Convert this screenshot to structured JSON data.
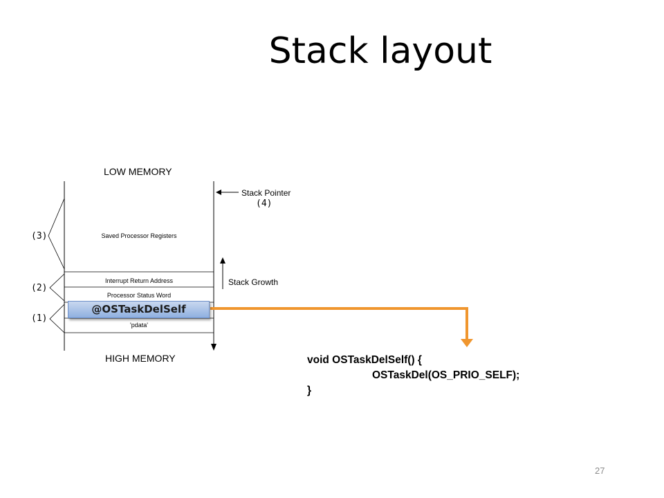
{
  "slide": {
    "title": "Stack layout",
    "page_number": "27"
  },
  "diagram": {
    "low_memory": "LOW MEMORY",
    "high_memory": "HIGH MEMORY",
    "stack_pointer": "Stack Pointer",
    "stack_pointer_ref": "(4)",
    "stack_growth": "Stack Growth",
    "rows": {
      "saved_registers": "Saved Processor Registers",
      "interrupt_return": "Interrupt Return Address",
      "status_word": "Processor Status Word",
      "highlight": "@OSTaskDelSelf",
      "pdata": "'pdata'"
    },
    "brackets": {
      "b3": "(3)",
      "b2": "(2)",
      "b1": "(1)"
    },
    "colors": {
      "highlight_fill": "#a9c3ea",
      "connector_arrow": "#f0962e"
    }
  },
  "code": {
    "line1": "void OSTaskDelSelf() {",
    "line2": "OSTaskDel(OS_PRIO_SELF);",
    "line3": "}"
  }
}
